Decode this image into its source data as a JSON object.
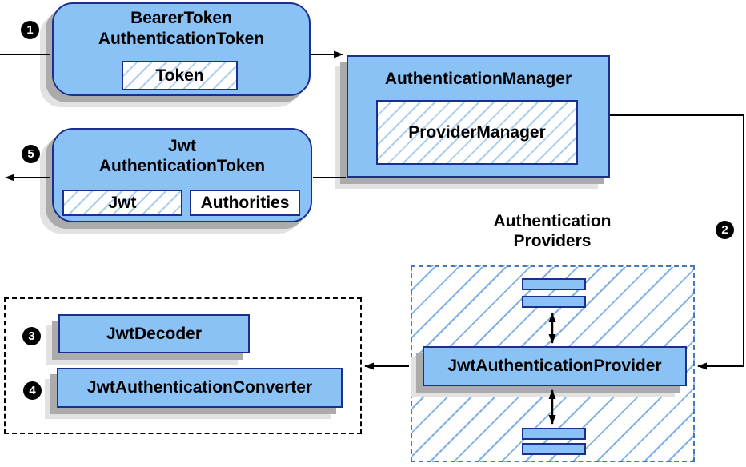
{
  "colors": {
    "box_fill": "#8ac2f6",
    "box_border": "#1c2e8e",
    "hatch_light": "#a9cef2",
    "hatch_strong": "#7db1e8",
    "dashed_blue": "#4677b8",
    "shadow_dark": "#ababab",
    "shadow_light": "#e2e2e2",
    "arrow_color": "#000000",
    "badge_bg": "#000000",
    "badge_text": "#ffffff"
  },
  "nodes": {
    "bearer_token_box": {
      "line1": "BearerToken",
      "line2": "AuthenticationToken",
      "chip": "Token"
    },
    "authentication_manager_box": {
      "title": "AuthenticationManager",
      "chip": "ProviderManager"
    },
    "jwt_token_box": {
      "line1": "Jwt",
      "line2": "AuthenticationToken",
      "chip1": "Jwt",
      "chip2": "Authorities"
    },
    "providers_group": {
      "label1": "Authentication",
      "label2": "Providers",
      "provider_box": "JwtAuthenticationProvider"
    },
    "decoder_box": {
      "label": "JwtDecoder"
    },
    "converter_box": {
      "label": "JwtAuthenticationConverter"
    }
  },
  "badges": {
    "step1": "1",
    "step2": "2",
    "step3": "3",
    "step4": "4",
    "step5": "5"
  }
}
